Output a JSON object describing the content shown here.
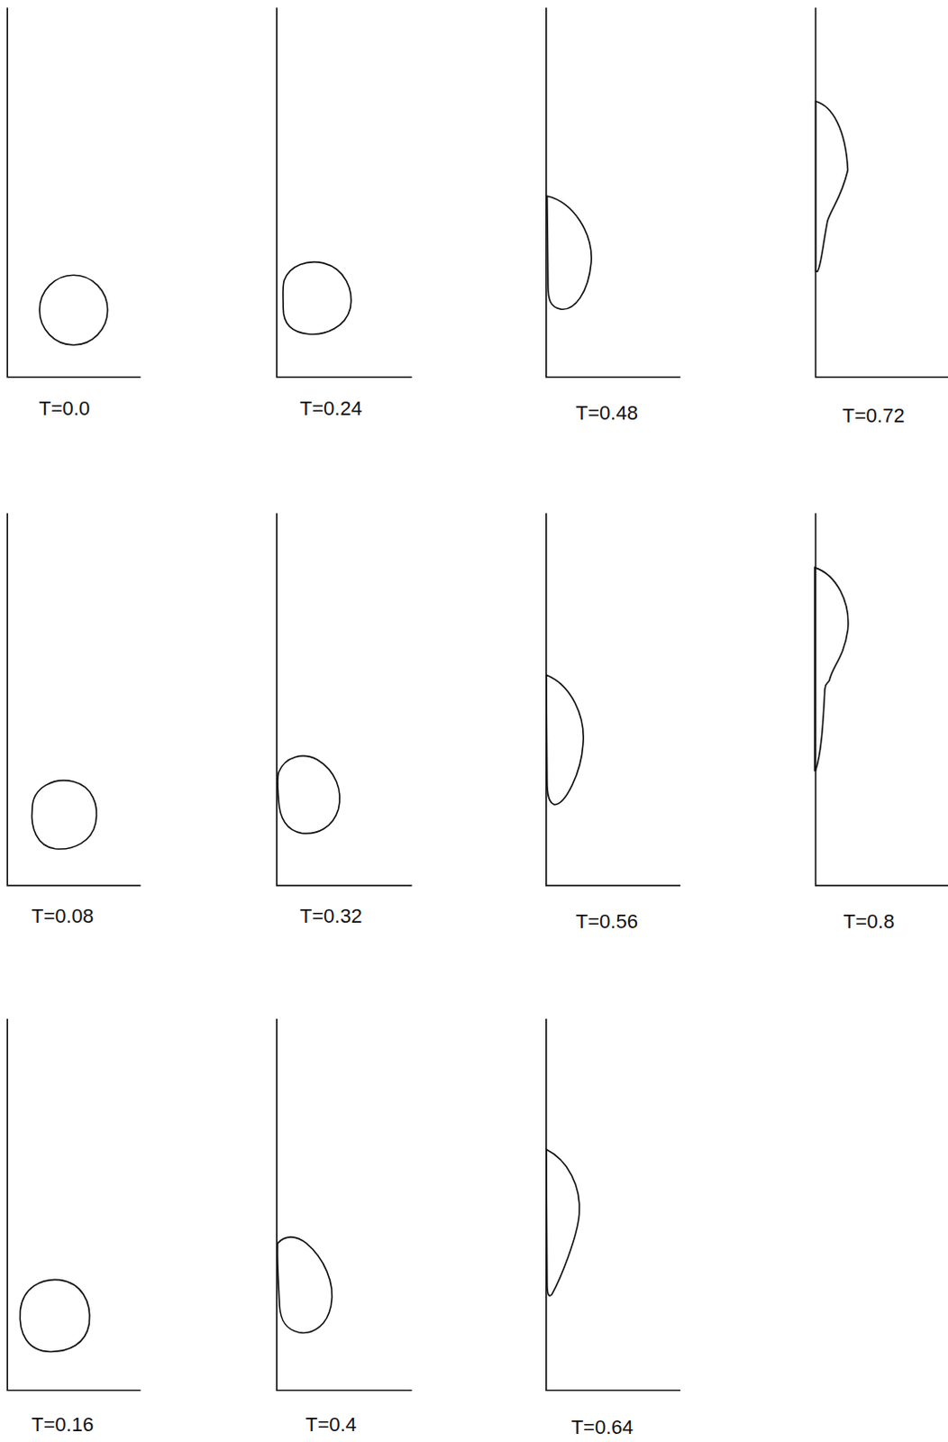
{
  "diagram": {
    "labels": [
      "T=0.0",
      "T=0.24",
      "T=0.48",
      "T=0.72",
      "T=0.08",
      "T=0.32",
      "T=0.56",
      "T=0.8",
      "T=0.16",
      "T=0.4",
      "T=0.64"
    ]
  }
}
